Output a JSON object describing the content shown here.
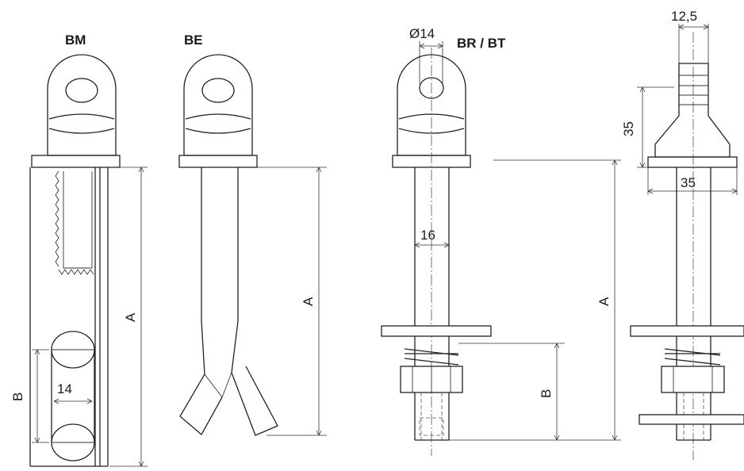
{
  "figures": {
    "bm": {
      "title": "BM",
      "dim_a": "A",
      "dim_b": "B",
      "dim_hole": "14"
    },
    "be": {
      "title": "BE",
      "dim_a": "A"
    },
    "br_bt": {
      "title": "BR / BT",
      "dim_diameter": "Ø14",
      "dim_shaft": "16",
      "dim_a": "A",
      "dim_b": "B"
    },
    "side": {
      "dim_top": "12,5",
      "dim_height": "35",
      "dim_width": "35"
    }
  }
}
